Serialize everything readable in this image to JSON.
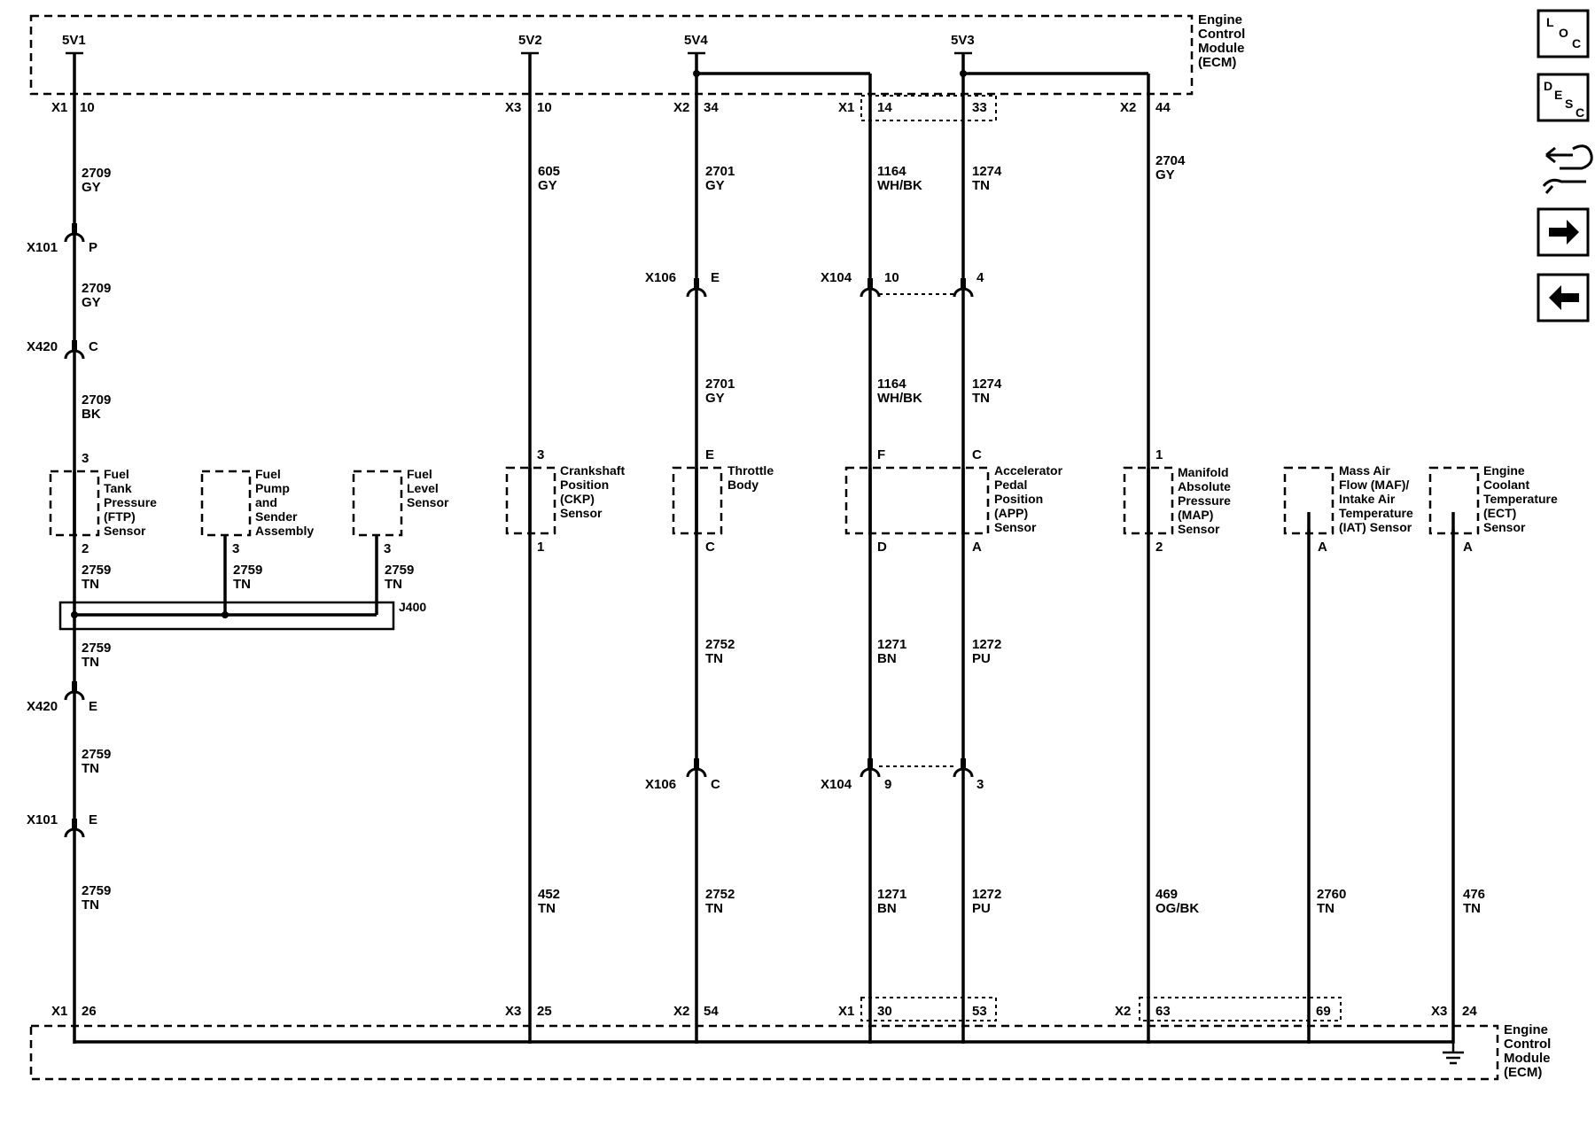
{
  "ecm": {
    "top_label": [
      "Engine",
      "Control",
      "Module",
      "(ECM)"
    ],
    "bottom_label": [
      "Engine",
      "Control",
      "Module",
      "(ECM)"
    ]
  },
  "supplies": [
    "5V1",
    "5V2",
    "5V4",
    "5V3"
  ],
  "connectors": {
    "x1": "X1",
    "x2": "X2",
    "x3": "X3",
    "x101": "X101",
    "x420": "X420",
    "x106": "X106",
    "x104": "X104",
    "j400": "J400"
  },
  "pins_top": {
    "c1": "10",
    "c2": "10",
    "c3": "34",
    "c4": "14",
    "c5": "33",
    "c6": "44"
  },
  "pins_bottom": {
    "c1": "26",
    "c2": "25",
    "c3": "54",
    "c4": "30",
    "c5": "53",
    "c6": "63",
    "c7": "69",
    "c8": "24"
  },
  "inline_pins": {
    "x101_top": "P",
    "x420_top": "C",
    "x420_bot": "E",
    "x101_bot": "E",
    "x106_top": "E",
    "x106_bot": "C",
    "x104_top_a": "10",
    "x104_top_b": "4",
    "x104_bot_a": "9",
    "x104_bot_b": "3"
  },
  "sensor_pins": {
    "ftp_top": "3",
    "ftp_bot": "2",
    "pump_bot": "3",
    "level_bot": "3",
    "ckp_top": "3",
    "ckp_bot": "1",
    "tb_top": "E",
    "tb_bot": "C",
    "app_top_f": "F",
    "app_top_c": "C",
    "app_bot_d": "D",
    "app_bot_a": "A",
    "map_top": "1",
    "map_bot": "2",
    "maf_bot": "A",
    "ect_bot": "A"
  },
  "wires": {
    "w1a": [
      "2709",
      "GY"
    ],
    "w1b": [
      "2709",
      "GY"
    ],
    "w1c": [
      "2709",
      "BK"
    ],
    "w1d": [
      "2759",
      "TN"
    ],
    "w1e": [
      "2759",
      "TN"
    ],
    "w1f": [
      "2759",
      "TN"
    ],
    "w1g": [
      "2759",
      "TN"
    ],
    "w1h": [
      "2759",
      "TN"
    ],
    "w1i": [
      "2759",
      "TN"
    ],
    "w2a": [
      "605",
      "GY"
    ],
    "w2b": [
      "452",
      "TN"
    ],
    "w3a": [
      "2701",
      "GY"
    ],
    "w3b": [
      "2701",
      "GY"
    ],
    "w3c": [
      "2752",
      "TN"
    ],
    "w3d": [
      "2752",
      "TN"
    ],
    "w4a": [
      "1164",
      "WH/BK"
    ],
    "w4b": [
      "1164",
      "WH/BK"
    ],
    "w4c": [
      "1271",
      "BN"
    ],
    "w4d": [
      "1271",
      "BN"
    ],
    "w5a": [
      "1274",
      "TN"
    ],
    "w5b": [
      "1274",
      "TN"
    ],
    "w5c": [
      "1272",
      "PU"
    ],
    "w5d": [
      "1272",
      "PU"
    ],
    "w6a": [
      "2704",
      "GY"
    ],
    "w6b": [
      "469",
      "OG/BK"
    ],
    "w7": [
      "2760",
      "TN"
    ],
    "w8": [
      "476",
      "TN"
    ]
  },
  "components": {
    "ftp": [
      "Fuel",
      "Tank",
      "Pressure",
      "(FTP)",
      "Sensor"
    ],
    "pump": [
      "Fuel",
      "Pump",
      "and",
      "Sender",
      "Assembly"
    ],
    "level": [
      "Fuel",
      "Level",
      "Sensor"
    ],
    "ckp": [
      "Crankshaft",
      "Position",
      "(CKP)",
      "Sensor"
    ],
    "tb": [
      "Throttle",
      "Body"
    ],
    "app": [
      "Accelerator",
      "Pedal",
      "Position",
      "(APP)",
      "Sensor"
    ],
    "map": [
      "Manifold",
      "Absolute",
      "Pressure",
      "(MAP)",
      "Sensor"
    ],
    "maf": [
      "Mass Air",
      "Flow (MAF)/",
      "Intake Air",
      "Temperature",
      "(IAT) Sensor"
    ],
    "ect": [
      "Engine",
      "Coolant",
      "Temperature",
      "(ECT)",
      "Sensor"
    ]
  },
  "nav_buttons": {
    "loc": [
      "L",
      "O",
      "C"
    ],
    "desc": [
      "D",
      "E",
      "S",
      "C"
    ],
    "connector_icon": "connector-repair-icon",
    "next_icon": "arrow-right-icon",
    "prev_icon": "arrow-left-icon"
  }
}
